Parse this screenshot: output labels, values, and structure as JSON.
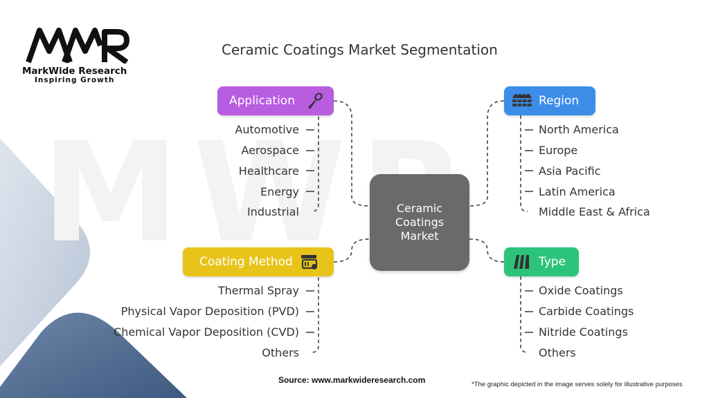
{
  "logo": {
    "mark": "MWR",
    "name": "MarkWide Research",
    "tagline": "Inspiring Growth"
  },
  "watermark": "MWR",
  "title": "Ceramic Coatings Market Segmentation",
  "center": {
    "label": "Ceramic Coatings Market"
  },
  "segments": {
    "application": {
      "label": "Application",
      "icon": "spoon-icon",
      "color": "#b85ce0",
      "items": [
        "Automotive",
        "Aerospace",
        "Healthcare",
        "Energy",
        "Industrial"
      ]
    },
    "region": {
      "label": "Region",
      "icon": "globe-grid-icon",
      "color": "#3d8de8",
      "items": [
        "North America",
        "Europe",
        "Asia Pacific",
        "Latin America",
        "Middle East & Africa"
      ]
    },
    "coating_method": {
      "label": "Coating Method",
      "icon": "method-icon",
      "color": "#e8c41b",
      "items": [
        "Thermal Spray",
        "Physical Vapor Deposition (PVD)",
        "Chemical Vapor Deposition (CVD)",
        "Others"
      ]
    },
    "type": {
      "label": "Type",
      "icon": "bars-icon",
      "color": "#2cc47a",
      "items": [
        "Oxide Coatings",
        "Carbide Coatings",
        "Nitride Coatings",
        "Others"
      ]
    }
  },
  "footer": {
    "source": "Source: www.markwideresearch.com",
    "disclaimer": "*The graphic depicted in the image serves solely for illustrative purposes"
  }
}
